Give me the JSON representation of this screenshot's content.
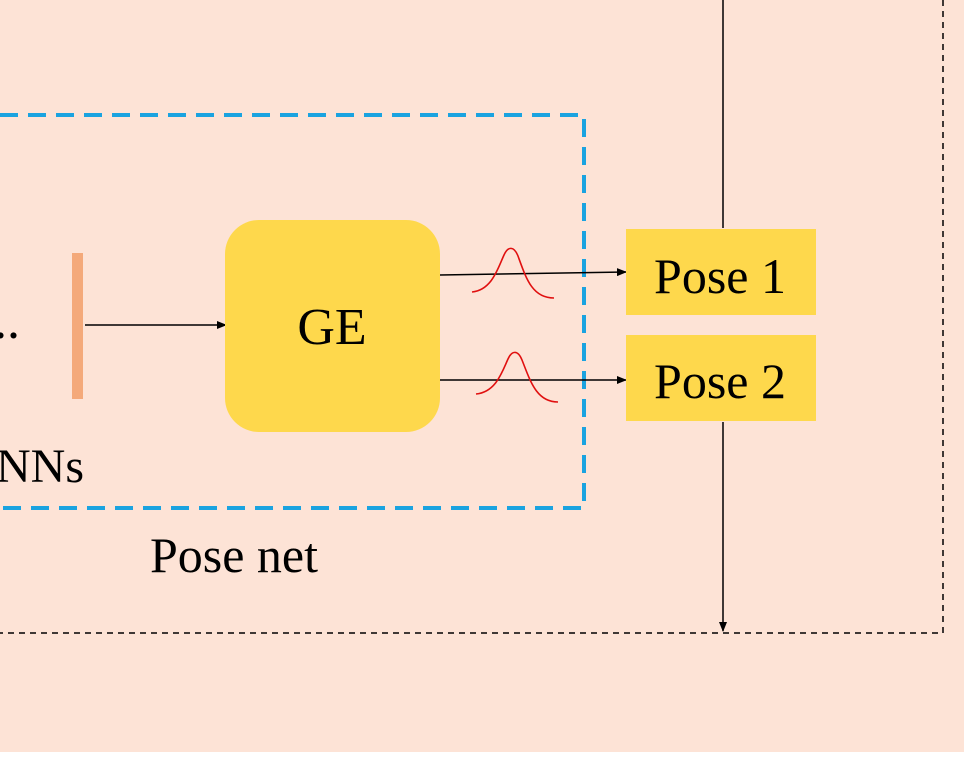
{
  "colors": {
    "background": "#fde3d6",
    "pose_net_border": "#1aa3e0",
    "ge_fill": "#fed84c",
    "pose_fill": "#fed84c",
    "feature_bar": "#f4a97a",
    "gaussian_curve": "#e01010",
    "line": "#000000"
  },
  "diagram": {
    "ellipsis": "..",
    "cnn_label": "NNs",
    "ge_label": "GE",
    "pose_net_label": "Pose net",
    "pose1_label": "Pose 1",
    "pose2_label": "Pose 2"
  }
}
